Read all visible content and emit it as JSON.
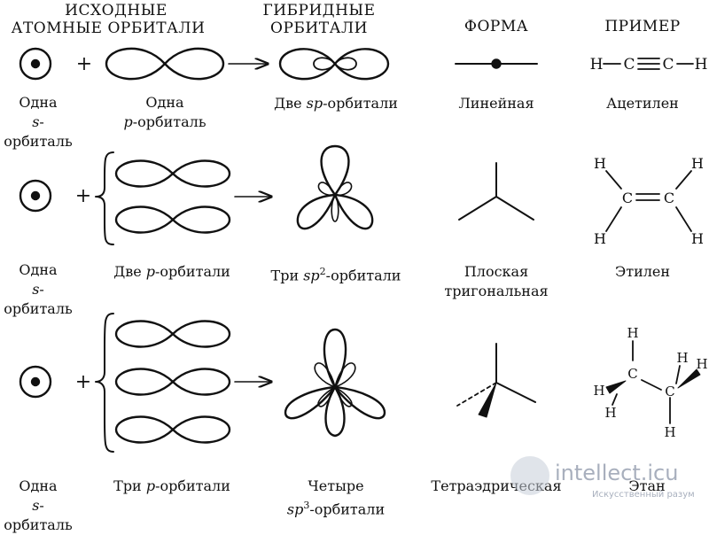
{
  "headers": {
    "source_1": "ИСХОДНЫЕ",
    "source_2": "АТОМНЫЕ ОРБИТАЛИ",
    "hybrid_1": "ГИБРИДНЫЕ",
    "hybrid_2": "ОРБИТАЛИ",
    "shape": "ФОРМА",
    "example": "ПРИМЕР"
  },
  "row1": {
    "s_1": "Одна",
    "s_pre": "s",
    "s_post": "-орбиталь",
    "p_1": "Одна",
    "p_pre": "p",
    "p_post": "-орбиталь",
    "h_1": "Две ",
    "h_it": "sp",
    "h_post": "-орбитали",
    "shape": "Линейная",
    "example": "Ацетилен"
  },
  "row2": {
    "s_1": "Одна",
    "s_pre": "s",
    "s_post": "-орбиталь",
    "p_1": "Две ",
    "p_it": "p",
    "p_post": "-орбитали",
    "h_1": "Три ",
    "h_it": "sp",
    "h_sup": "2",
    "h_post": "-орбитали",
    "shape_1": "Плоская",
    "shape_2": "тригональная",
    "example": "Этилен"
  },
  "row3": {
    "s_1": "Одна",
    "s_pre": "s",
    "s_post": "-орбиталь",
    "p_1": "Три ",
    "p_it": "p",
    "p_post": "-орбитали",
    "h_1": "Четыре",
    "h_it": "sp",
    "h_sup": "3",
    "h_post": "-орбитали",
    "shape": "Тетраэдрическая",
    "example": "Этан"
  },
  "symbols": {
    "plus": "+",
    "C": "C",
    "H": "H"
  },
  "watermark": {
    "name": "intellect.icu",
    "sub": "Искусственный разум"
  }
}
